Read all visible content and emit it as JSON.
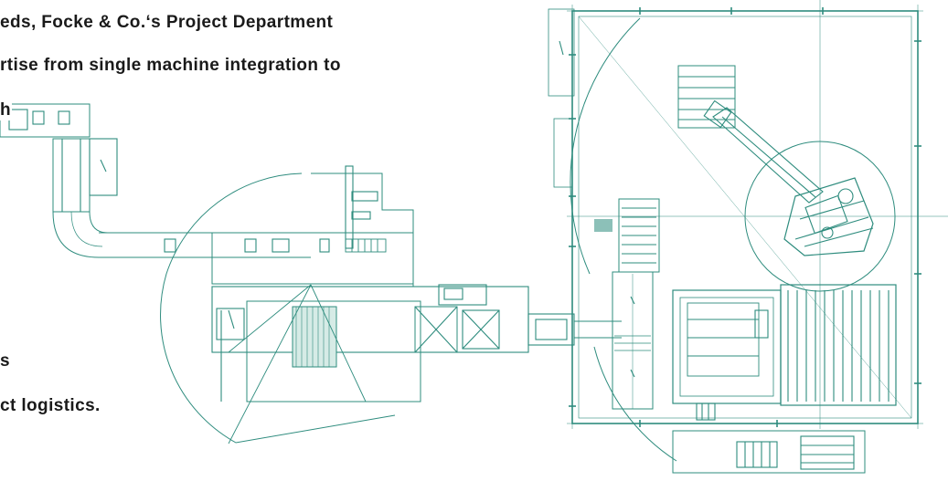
{
  "text_lines": [
    "eds, Focke & Co.‘s Project Department",
    "rtise from single machine integration to",
    "h",
    "s",
    "ct logistics."
  ],
  "drawing": {
    "line_color": "#2e8c7e",
    "subject": "packaging line layout"
  }
}
